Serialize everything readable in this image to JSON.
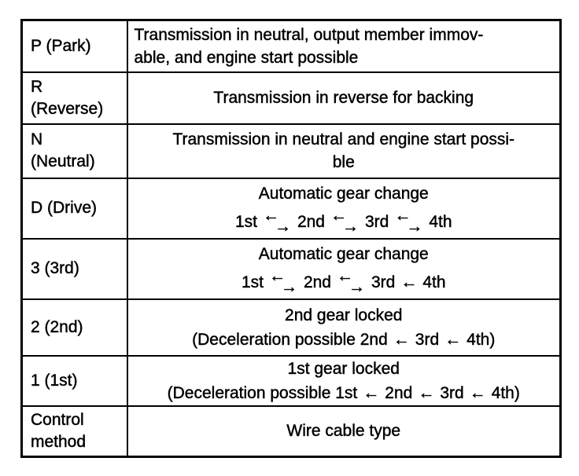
{
  "page": {
    "background": "#ffffff",
    "border_color": "#000000"
  },
  "icons": {
    "left-arrow-icon": "←",
    "right-arrow-icon": "→"
  },
  "table": {
    "rows": [
      {
        "label_lines": [
          "P (Park)"
        ],
        "desc_align": "left",
        "desc_lines": [
          [
            {
              "text": "Transmission in neutral, output member immov-"
            }
          ],
          [
            {
              "text": "able, and engine start possible"
            }
          ]
        ]
      },
      {
        "label_lines": [
          "R",
          "(Reverse)"
        ],
        "desc_align": "center",
        "desc_lines": [
          [
            {
              "text": "Transmission in reverse for backing"
            }
          ]
        ]
      },
      {
        "label_lines": [
          "N",
          "(Neutral)"
        ],
        "desc_align": "center",
        "desc_lines": [
          [
            {
              "text": "Transmission in neutral and engine start possi-"
            }
          ],
          [
            {
              "text": "ble"
            }
          ]
        ]
      },
      {
        "label_lines": [
          "D (Drive)"
        ],
        "desc_align": "center",
        "desc_lines": [
          [
            {
              "text": "Automatic gear change"
            }
          ],
          [
            {
              "text": "1st"
            },
            {
              "arrow": "bidir"
            },
            {
              "text": "2nd"
            },
            {
              "arrow": "bidir"
            },
            {
              "text": "3rd"
            },
            {
              "arrow": "bidir"
            },
            {
              "text": "4th"
            }
          ]
        ]
      },
      {
        "label_lines": [
          "3 (3rd)"
        ],
        "desc_align": "center",
        "desc_lines": [
          [
            {
              "text": "Automatic gear change"
            }
          ],
          [
            {
              "text": "1st"
            },
            {
              "arrow": "bidir"
            },
            {
              "text": "2nd"
            },
            {
              "arrow": "bidir"
            },
            {
              "text": "3rd"
            },
            {
              "arrow": "left"
            },
            {
              "text": "4th"
            }
          ]
        ]
      },
      {
        "label_lines": [
          "2 (2nd)"
        ],
        "desc_align": "center",
        "desc_lines": [
          [
            {
              "text": "2nd gear locked"
            }
          ],
          [
            {
              "text": "(Deceleration possible 2nd"
            },
            {
              "arrow": "left"
            },
            {
              "text": "3rd"
            },
            {
              "arrow": "left"
            },
            {
              "text": "4th)"
            }
          ]
        ]
      },
      {
        "label_lines": [
          "1 (1st)"
        ],
        "desc_align": "center",
        "desc_lines": [
          [
            {
              "text": "1st gear locked"
            }
          ],
          [
            {
              "text": "(Deceleration possible 1st"
            },
            {
              "arrow": "left"
            },
            {
              "text": "2nd"
            },
            {
              "arrow": "left"
            },
            {
              "text": "3rd"
            },
            {
              "arrow": "left"
            },
            {
              "text": "4th)"
            }
          ]
        ]
      },
      {
        "label_lines": [
          "Control",
          "method"
        ],
        "desc_align": "center",
        "desc_lines": [
          [
            {
              "text": "Wire cable type"
            }
          ]
        ]
      }
    ]
  }
}
